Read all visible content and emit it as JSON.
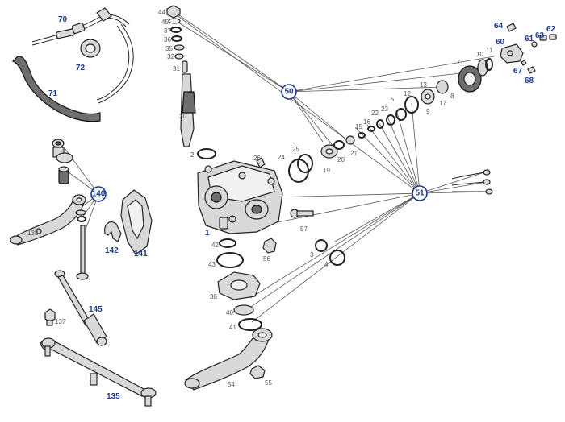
{
  "labels": {
    "n70": "70",
    "n72": "72",
    "n71": "71",
    "n44": "44",
    "n45": "45",
    "n37": "37",
    "n36": "36",
    "n35": "35",
    "n32": "32",
    "n31": "31",
    "n30": "30",
    "n2": "2",
    "n26": "26",
    "n1": "1",
    "n42": "42",
    "n43": "43",
    "n38": "38",
    "n40": "40",
    "n41": "41",
    "n56": "56",
    "n57": "57",
    "n54": "54",
    "n55": "55",
    "n24": "24",
    "n25": "25",
    "n19": "19",
    "n20": "20",
    "n21": "21",
    "n15": "15",
    "n16": "16",
    "n22": "22",
    "n23": "23",
    "n5": "5",
    "n12": "12",
    "n13": "13",
    "n9": "9",
    "n17": "17",
    "n8": "8",
    "n7": "7",
    "n10": "10",
    "n11": "11",
    "n3": "3",
    "n4": "4",
    "n64": "64",
    "n60": "60",
    "n61": "61",
    "n63": "63",
    "n62": "62",
    "n67": "67",
    "n68": "68",
    "n140": "140",
    "n138": "138",
    "n142": "142",
    "n141": "141",
    "n145": "145",
    "n137": "137",
    "n135": "135"
  },
  "hubs": {
    "h50": "50",
    "h51": "51"
  }
}
